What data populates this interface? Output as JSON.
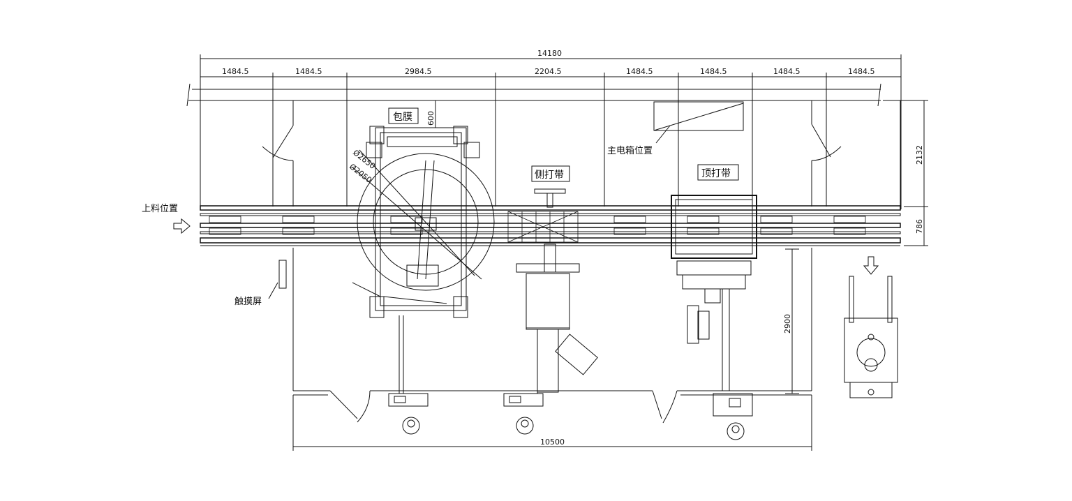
{
  "drawing": {
    "dimensions": {
      "total_top": "14180",
      "segments_top": [
        "1484.5",
        "1484.5",
        "2984.5",
        "2204.5",
        "1484.5",
        "1484.5",
        "1484.5",
        "1484.5"
      ],
      "right_upper": "2132",
      "right_lower": "786",
      "vertical_mid": "2900",
      "bottom_total": "10500",
      "diameter_outer": "Ø2650",
      "diameter_inner": "Ø2050",
      "top_offset": "600"
    },
    "labels": {
      "wrap_station": "包膜",
      "side_strap": "侧打带",
      "top_strap": "顶打带",
      "main_cabinet": "主电箱位置",
      "loading_position": "上料位置",
      "touch_screen": "触摸屏"
    }
  }
}
